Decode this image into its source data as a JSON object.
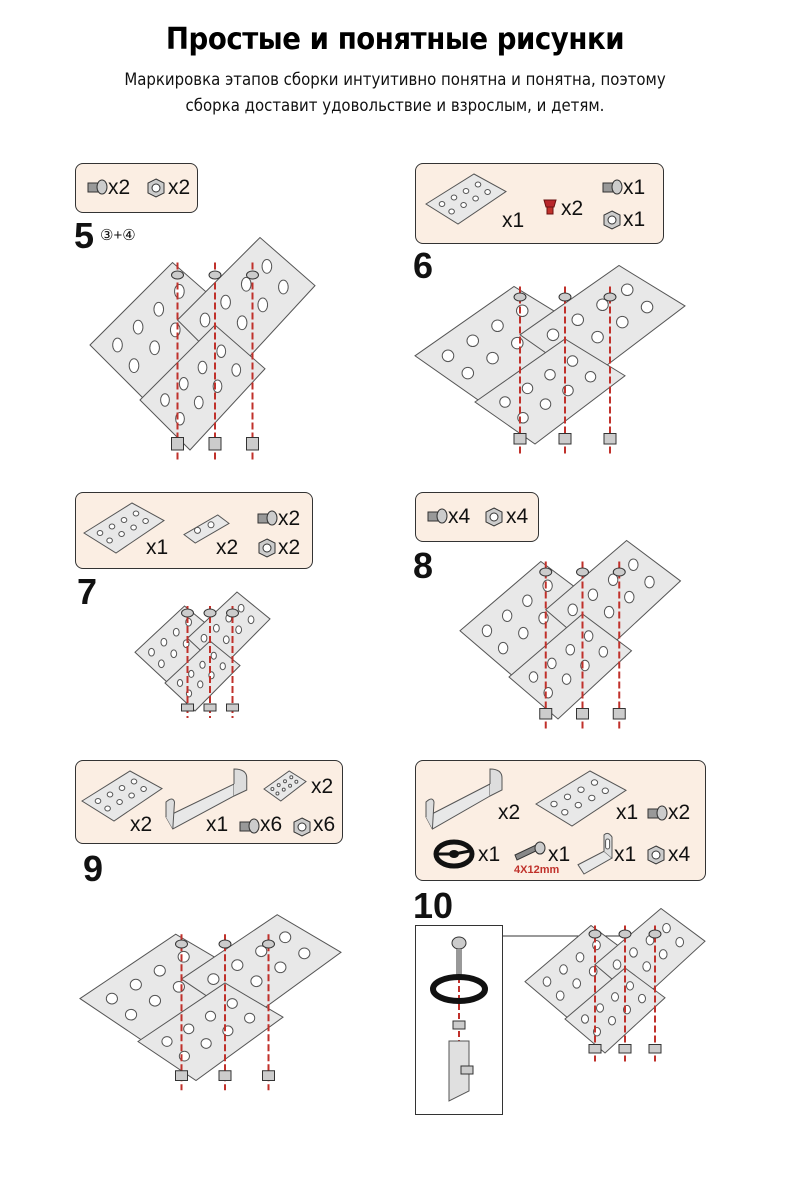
{
  "header": {
    "title": "Простые и понятные рисунки",
    "subtitle_line1": "Маркировка этапов сборки интуитивно понятна и понятна, поэтому",
    "subtitle_line2": "сборка доставит удовольствие и взрослым, и детям."
  },
  "steps": {
    "s5": {
      "number": "5",
      "refs": "③+④",
      "parts": [
        "x2",
        "x2"
      ]
    },
    "s6": {
      "number": "6",
      "parts": [
        "x1",
        "x2",
        "x1",
        "x1"
      ]
    },
    "s7": {
      "number": "7",
      "parts": [
        "x1",
        "x2",
        "x2",
        "x2"
      ]
    },
    "s8": {
      "number": "8",
      "parts": [
        "x4",
        "x4"
      ]
    },
    "s9": {
      "number": "9",
      "parts": [
        "x2",
        "x1",
        "x2",
        "x6",
        "x6"
      ]
    },
    "s10": {
      "number": "10",
      "parts": [
        "x2",
        "x1",
        "x2",
        "x1",
        "x1",
        "x1",
        "x4"
      ],
      "bolt_size": "4X12mm"
    }
  },
  "colors": {
    "box_bg": "#fbeee3",
    "accent_red": "#c0312b"
  }
}
